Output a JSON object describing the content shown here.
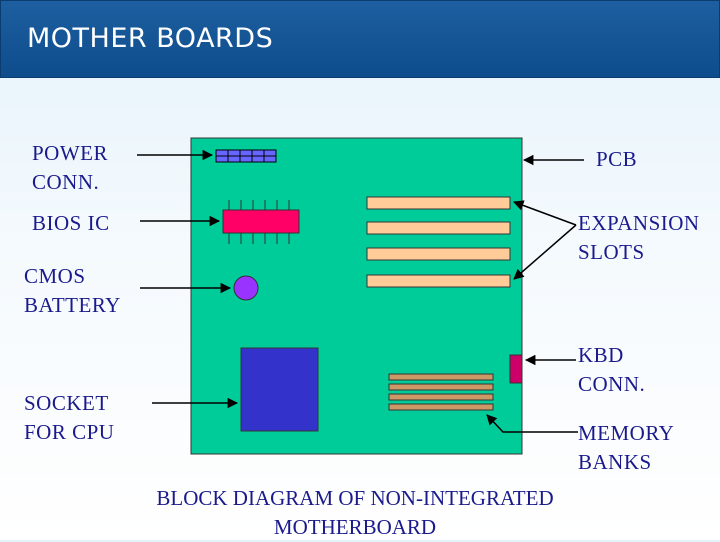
{
  "title": "MOTHER BOARDS",
  "labels": {
    "power_conn": [
      "POWER",
      "CONN."
    ],
    "pcb": "PCB",
    "bios_ic": "BIOS IC",
    "expansion_slots": [
      "EXPANSION",
      "SLOTS"
    ],
    "cmos_battery": [
      "CMOS",
      "BATTERY"
    ],
    "kbd_conn": [
      "KBD",
      "CONN."
    ],
    "socket_for_cpu": [
      "SOCKET",
      "FOR CPU"
    ],
    "memory_banks": [
      "MEMORY",
      "BANKS"
    ]
  },
  "caption": [
    "BLOCK DIAGRAM OF NON-INTEGRATED",
    "MOTHERBOARD"
  ],
  "colors": {
    "title_bar": "#0e4c8c",
    "board": "#00cc99",
    "expansion_slot": "#ffcc99",
    "bios_ic": "#ff0066",
    "cmos_battery": "#9933ff",
    "cpu_socket": "#3333cc",
    "kbd_conn": "#cc0066",
    "power_conn": "#6666ff",
    "label_text": "#1a1a8c"
  }
}
